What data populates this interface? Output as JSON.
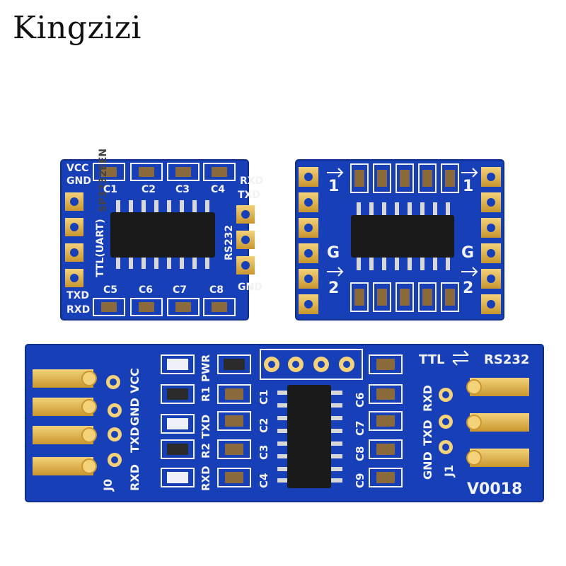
{
  "brand": "Kingzizi",
  "board_left": {
    "pins_left_top": [
      "VCC",
      "GND"
    ],
    "pins_left_bottom": [
      "TXD",
      "RXD"
    ],
    "pins_right_top": [
      "RXD",
      "TXD"
    ],
    "pins_right_bottom": [
      "GND"
    ],
    "caps_top": [
      "C1",
      "C2",
      "C3",
      "C4"
    ],
    "caps_bottom": [
      "C5",
      "C6",
      "C7",
      "C8"
    ],
    "label_ttl": "TTL(UART)",
    "label_rs232": "RS232",
    "chip_marking": "SP3232EEN"
  },
  "board_middle": {
    "marks_top": [
      "1",
      "1"
    ],
    "marks_mid": [
      "G",
      "G"
    ],
    "marks_bottom": [
      "2",
      "2"
    ]
  },
  "board_bottom": {
    "left_labels": [
      "VCC",
      "GND",
      "TXD",
      "RXD"
    ],
    "j0": "J0",
    "led_labels": [
      "PWR",
      "R1",
      "TXD",
      "R2",
      "RXD"
    ],
    "caps_left": [
      "C1",
      "C2",
      "C3",
      "C4"
    ],
    "caps_right": [
      "C6",
      "C7",
      "C8",
      "C9"
    ],
    "title_ttl": "TTL",
    "title_rs232": "RS232",
    "right_labels": [
      "RXD",
      "TXD",
      "GND"
    ],
    "j1": "J1",
    "model": "V0018"
  },
  "colors": {
    "pcb": "#1740b8",
    "pcb_dark": "#0f2f8c",
    "gold": "#e2b84a",
    "silk": "#f2f2f2",
    "chip": "#1a1a1a"
  }
}
